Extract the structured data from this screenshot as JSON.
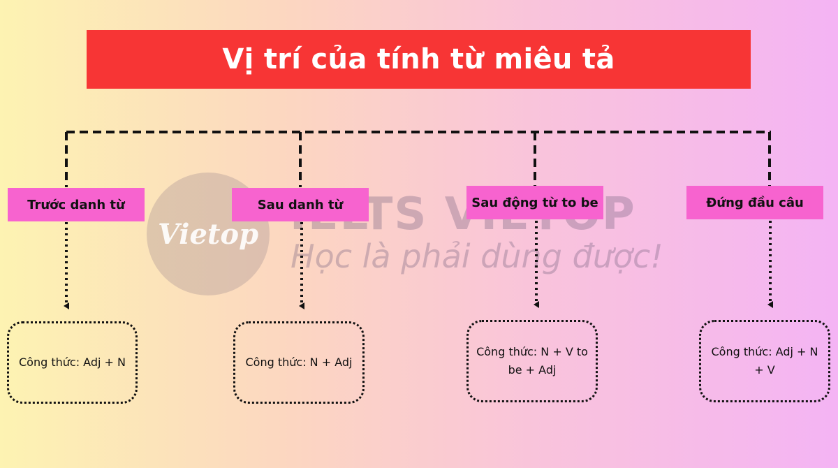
{
  "title": "Vị trí của tính từ miêu tả",
  "watermark": {
    "logo_text": "Vietop",
    "brand": "IELTS VIETOP",
    "slogan": "Học là phải dùng được!"
  },
  "colors": {
    "title_background": "#f73535",
    "category_background": "#f763cf",
    "connector": "#111111"
  },
  "categories": [
    {
      "label": "Trước danh từ",
      "formula": "Công thức: Adj + N"
    },
    {
      "label": "Sau danh từ",
      "formula": "Công thức: N + Adj"
    },
    {
      "label": "Sau động từ to be",
      "formula": "Công thức: N + V to be + Adj"
    },
    {
      "label": "Đứng đầu câu",
      "formula": "Công thức: Adj + N + V"
    }
  ]
}
